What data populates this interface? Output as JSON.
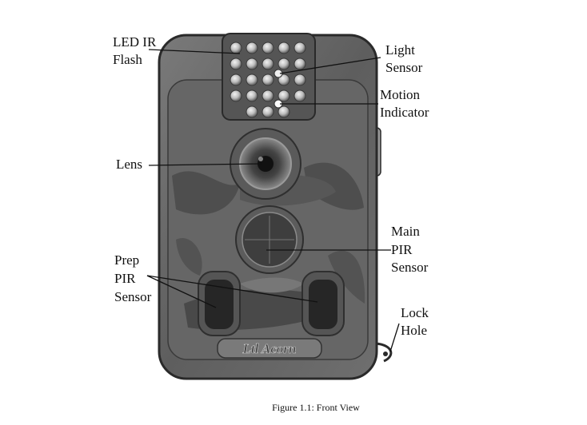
{
  "figure": {
    "caption": "Figure 1.1: Front View",
    "logo_text": "Ltl Acorn",
    "colors": {
      "body": "#6b6b6b",
      "body_dark": "#3e3e3e",
      "outline": "#2a2a2a",
      "text": "#111111",
      "background": "#ffffff"
    }
  },
  "labels": {
    "led_ir_flash": {
      "line1": "LED IR",
      "line2": "Flash"
    },
    "light_sensor": {
      "line1": "Light",
      "line2": "Sensor"
    },
    "motion_indicator": {
      "line1": "Motion",
      "line2": "Indicator"
    },
    "lens": {
      "line1": "Lens"
    },
    "main_pir_sensor": {
      "line1": "Main",
      "line2": "PIR",
      "line3": "Sensor"
    },
    "prep_pir_sensor": {
      "line1": "Prep",
      "line2": "PIR",
      "line3": "Sensor"
    },
    "lock_hole": {
      "line1": "Lock",
      "line2": "Hole"
    }
  }
}
